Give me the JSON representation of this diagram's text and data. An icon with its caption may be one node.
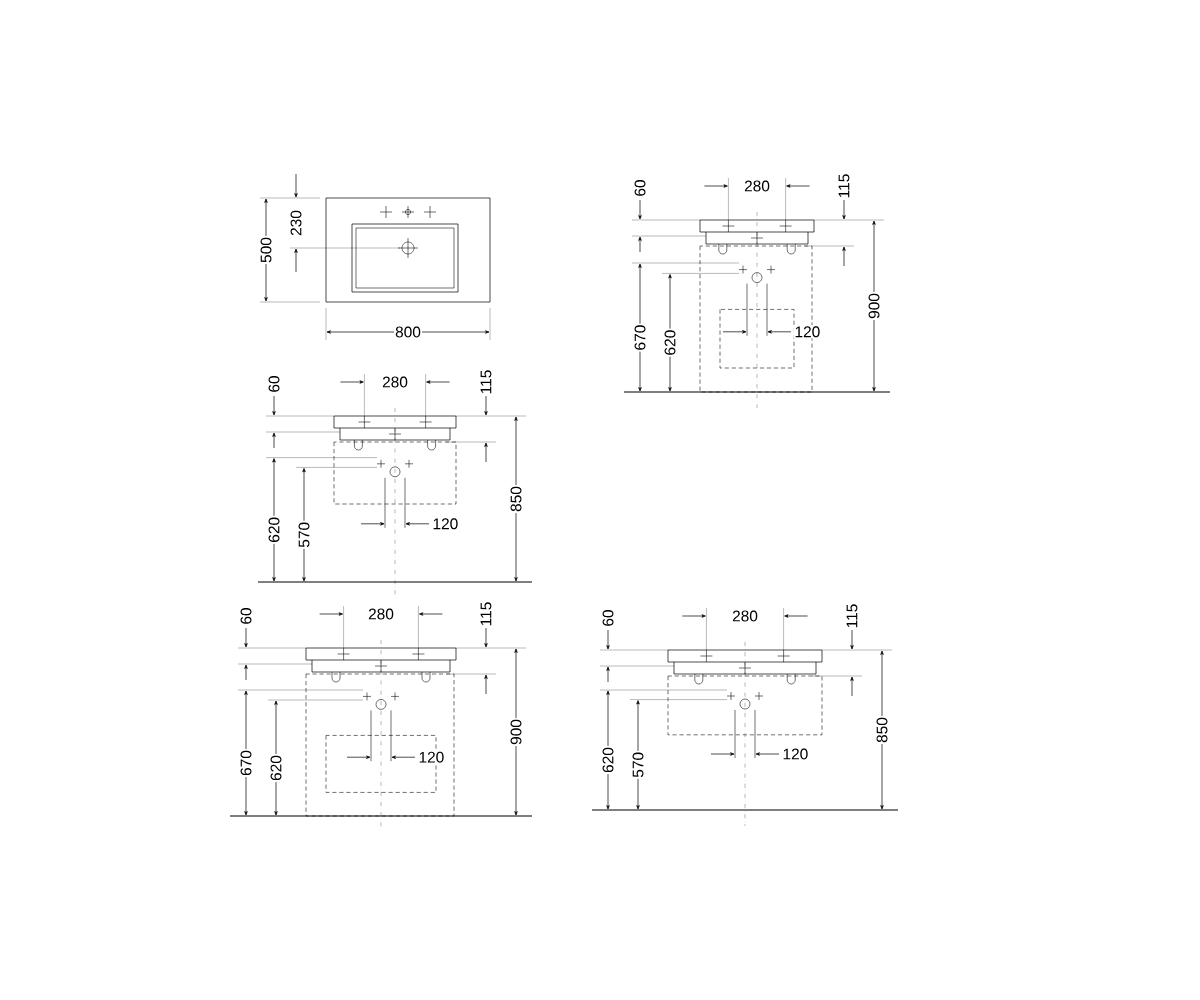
{
  "diagram": {
    "labels": [
      "500",
      "230",
      "800",
      "280",
      "60",
      "115",
      "670",
      "620",
      "120",
      "900",
      "280",
      "60",
      "115",
      "620",
      "570",
      "120",
      "850",
      "280",
      "60",
      "115",
      "670",
      "620",
      "120",
      "900",
      "280",
      "60",
      "115",
      "620",
      "570",
      "120",
      "850"
    ]
  }
}
